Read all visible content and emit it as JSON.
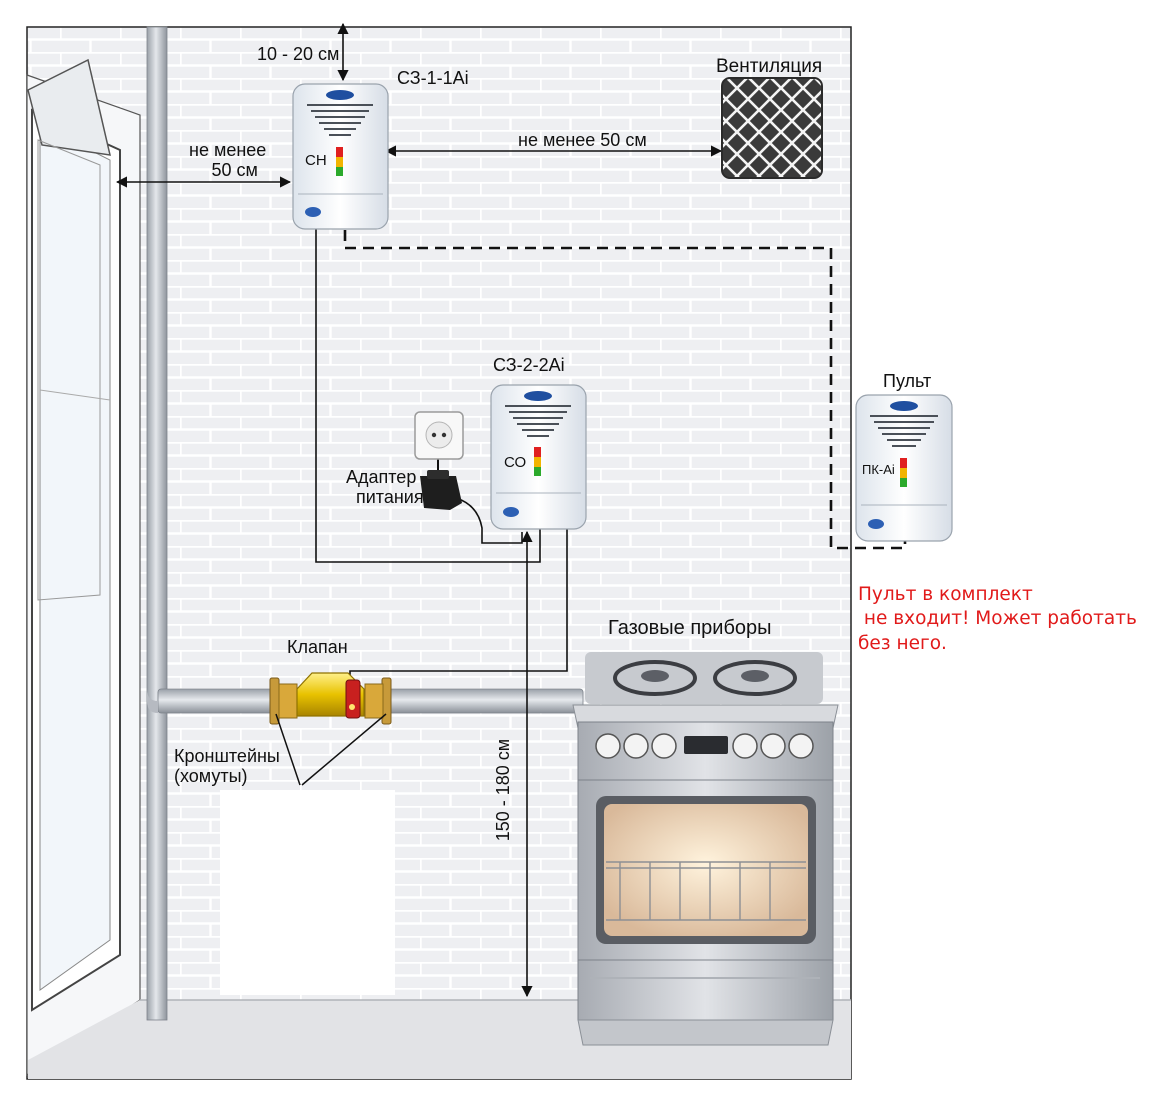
{
  "labels": {
    "gap_ceiling": "10 - 20 см",
    "min_window_line1": "не менее",
    "min_window_line2": "50 см",
    "min_vent": "не менее 50 см",
    "ventilation": "Вентиляция",
    "adapter_line1": "Адаптер",
    "adapter_line2": "питания",
    "valve": "Клапан",
    "gas_appliances": "Газовые приборы",
    "brackets_line1": "Кронштейны",
    "brackets_line2": "(хомуты)",
    "height": "150 - 180 см",
    "remote": "Пульт"
  },
  "devices": {
    "sensor1": {
      "model": "СЗ-1-1Ai",
      "gas": "СН"
    },
    "sensor2": {
      "model": "СЗ-2-2Ai",
      "gas": "СО"
    },
    "remote": {
      "model": "ПК-Ai"
    }
  },
  "note": {
    "line1": "Пульт в комплект",
    "line2": " не входит! Может работать",
    "line3": "без него."
  },
  "colors": {
    "note": "#e11a1a",
    "wall": "#ecedf0",
    "pipe": "#b9bdc4",
    "valve": "#e8c200"
  }
}
